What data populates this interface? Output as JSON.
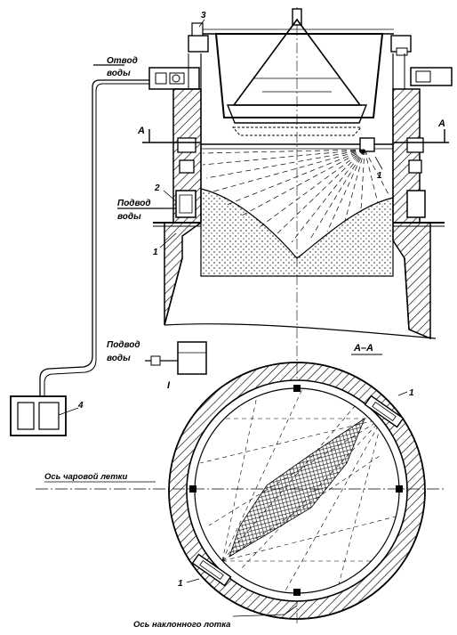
{
  "labels": {
    "outlet_water_line1": "Отвод",
    "outlet_water_line2": "воды",
    "inlet_water_upper_line1": "Подвод",
    "inlet_water_upper_line2": "воды",
    "inlet_water_lower_line1": "Подвод",
    "inlet_water_lower_line2": "воды",
    "section_marker": "А",
    "section_title": "А–А",
    "roman_one": "I",
    "callout_1_top": "1",
    "callout_1_left": "1",
    "callout_2": "2",
    "callout_3": "3",
    "callout_4": "4",
    "callout_1_ring_top": "1",
    "callout_1_ring_bottom": "1",
    "axis_feed_chute": "Ось чаровой летки",
    "axis_tilting_chute": "Ось наклонного лотка"
  }
}
